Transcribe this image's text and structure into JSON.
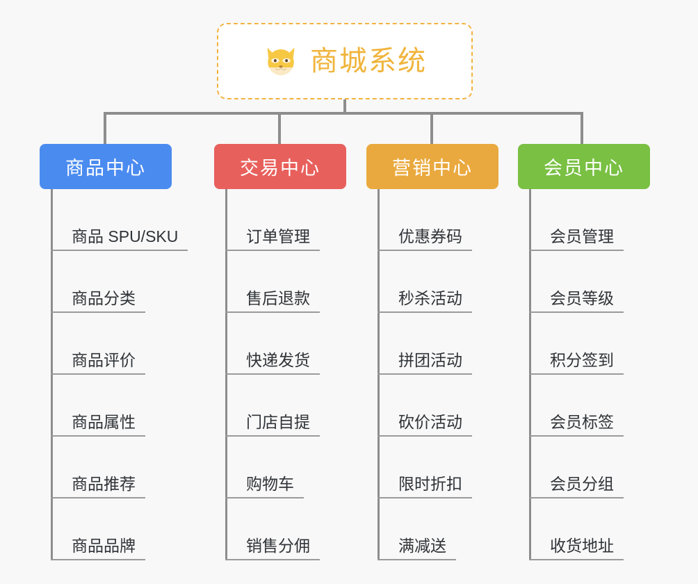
{
  "diagram": {
    "background_color": "#f8f8f8",
    "line_color": "#8d8d8d",
    "root": {
      "title": "商城系统",
      "icon": "shiba-dog-face-icon",
      "text_color": "#f0b43c",
      "border_color": "#f2b340",
      "background_color": "#ffffff"
    },
    "columns": [
      {
        "header": "商品中心",
        "color": "#4a8bf0",
        "items": [
          "商品 SPU/SKU",
          "商品分类",
          "商品评价",
          "商品属性",
          "商品推荐",
          "商品品牌"
        ]
      },
      {
        "header": "交易中心",
        "color": "#e8605c",
        "items": [
          "订单管理",
          "售后退款",
          "快递发货",
          "门店自提",
          "购物车",
          "销售分佣"
        ]
      },
      {
        "header": "营销中心",
        "color": "#eaa93e",
        "items": [
          "优惠券码",
          "秒杀活动",
          "拼团活动",
          "砍价活动",
          "限时折扣",
          "满减送"
        ]
      },
      {
        "header": "会员中心",
        "color": "#79c043",
        "items": [
          "会员管理",
          "会员等级",
          "积分签到",
          "会员标签",
          "会员分组",
          "收货地址"
        ]
      }
    ]
  }
}
